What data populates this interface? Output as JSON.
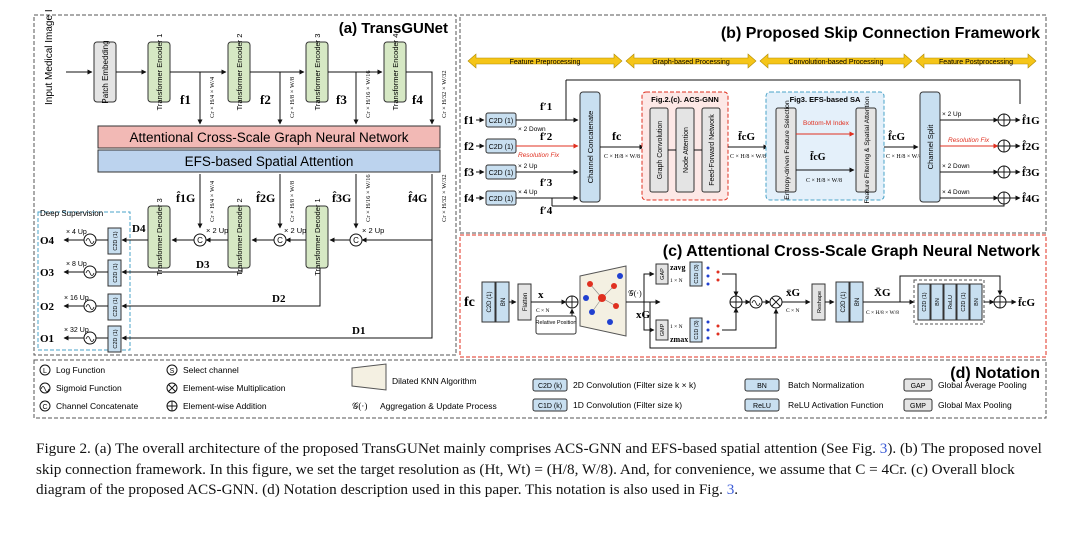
{
  "panel_a": {
    "title": "(a) TransGUNet",
    "input_label": "Input Medical Image I",
    "patch_embedding": "Patch Embedding",
    "encoders": [
      "Transformer Encoder 1",
      "Transformer Encoder 2",
      "Transformer Encoder 3",
      "Transformer Encoder 4"
    ],
    "features": [
      "f1",
      "f2",
      "f3",
      "f4"
    ],
    "feature_dims": [
      "Cr × H/4 × W/4",
      "Cr × H/8 × W/8",
      "Cr × H/16 × W/16",
      "Cr × H/32 × W/32"
    ],
    "acs_gnn_bar": "Attentional Cross-Scale Graph Neural Network",
    "efs_bar": "EFS-based Spatial Attention",
    "refined_features": [
      "f̂1G",
      "f̂2G",
      "f̂3G",
      "f̂4G"
    ],
    "decoders": [
      "Transformer Decoder 3",
      "Transformer Decoder 2",
      "Transformer Decoder 1"
    ],
    "up_label": "× 2 Up",
    "deep_supervision": "Deep Supervision",
    "d_labels": [
      "D4",
      "D3",
      "D2",
      "D1"
    ],
    "outputs": [
      "O4",
      "O3",
      "O2",
      "O1"
    ],
    "out_ups": [
      "× 4 Up",
      "× 8 Up",
      "× 16 Up",
      "× 32 Up"
    ],
    "c2d": "C2D (1)"
  },
  "panel_b": {
    "title": "(b) Proposed Skip Connection Framework",
    "stages": [
      "Feature Preprocessing",
      "Graph-based Processing",
      "Convolution-based Processing",
      "Feature Postprocessing"
    ],
    "inputs": [
      "f1",
      "f2",
      "f3",
      "f4"
    ],
    "primes": [
      "f′1",
      "f′2",
      "f′3",
      "f′4"
    ],
    "input_ops": [
      "× 2 Down",
      "Resolution Fix",
      "× 2 Up",
      "× 4 Up"
    ],
    "concat": "Channel Concatenate",
    "fc": "fc",
    "fc_dim": "C × H/8 × W/8",
    "gnn_box_title": "Fig.2.(c). ACS-GNN",
    "gnn_blocks": [
      "Graph Convolution",
      "Node Attention",
      "Feed-Forward Network"
    ],
    "fcg_bar": "f̄cG",
    "sa_box_title": "Fig3. EFS-based SA",
    "sa_blocks": [
      "Entropy-driven Feature Selection",
      "Feature Filtering & Spatial Attention"
    ],
    "bottom_m": "Bottom-M Index",
    "fcg_hat": "f̂cG",
    "split": "Channel Split",
    "output_ops": [
      "× 2 Up",
      "Resolution Fix",
      "× 2 Down",
      "× 4 Down"
    ],
    "outputs": [
      "f̂1G",
      "f̂2G",
      "f̂3G",
      "f̂4G"
    ]
  },
  "panel_c": {
    "title": "(c) Attentional Cross-Scale Graph Neural Network",
    "fc": "fc",
    "c2d": "C2D (1)",
    "bn": "BN",
    "flatten": "Flatten",
    "x": "x",
    "x_dim": "C × N",
    "relative_position": "Relative Position",
    "g_op": "𝒢(·)",
    "xg": "xG",
    "gap": "GAP",
    "gmp": "GMP",
    "zavg": "zavg",
    "zmax": "zmax",
    "dim_1n": "1 × N",
    "c1d": "C1D (3)",
    "xbar": "x̄G",
    "xbar_dim": "C × N",
    "reshape": "Reshape",
    "Xbar": "X̄G",
    "Xbar_dim": "C × H/8 × W/8",
    "relu": "ReLU",
    "out": "f̄cG"
  },
  "panel_d": {
    "title": "(d) Notation",
    "items": [
      {
        "sym": "L",
        "text": "Log Function"
      },
      {
        "sym": "~",
        "text": "Sigmoid Function"
      },
      {
        "sym": "C",
        "text": "Channel Concatenate"
      },
      {
        "sym": "S",
        "text": "Select channel"
      },
      {
        "sym": "×",
        "text": "Element-wise Multiplication"
      },
      {
        "sym": "+",
        "text": "Element-wise Addition"
      },
      {
        "sym": "knn",
        "text": "Dilated KNN Algorithm"
      },
      {
        "sym": "𝒢(·)",
        "text": "Aggregation & Update Process"
      },
      {
        "sym": "C2D (k)",
        "text": "2D Convolution (Filter size k × k)"
      },
      {
        "sym": "C1D (k)",
        "text": "1D Convolution (Filter size k)"
      },
      {
        "sym": "BN",
        "text": "Batch Normalization"
      },
      {
        "sym": "ReLU",
        "text": "ReLU Activation Function"
      },
      {
        "sym": "GAP",
        "text": "Global Average Pooling"
      },
      {
        "sym": "GMP",
        "text": "Global Max Pooling"
      }
    ]
  },
  "caption": {
    "p1": "Figure 2.  (a) The overall architecture of the proposed TransGUNet mainly comprises ACS-GNN and EFS-based spatial attention (See Fig. ",
    "ref1": "3",
    "p2": "). (b) The proposed novel skip connection framework. In this figure, we set the target resolution as (Ht, Wt) = (H/8, W/8). And, for convenience, we assume that C = 4Cr. (c) Overall block diagram of the proposed ACS-GNN. (d) Notation description used in this paper. This notation is also used in Fig. ",
    "ref2": "3",
    "p3": "."
  },
  "colors": {
    "gray_block": "#e4e4e4",
    "green_block": "#d6e8c4",
    "blue_block": "#c8dff0",
    "pink_bar": "#f2b9b5",
    "blue_bar": "#bcd3ee",
    "orange_arrow": "#f5c518",
    "red_line": "#e03020",
    "node_red": "#e03020",
    "node_blue": "#2040d0"
  }
}
